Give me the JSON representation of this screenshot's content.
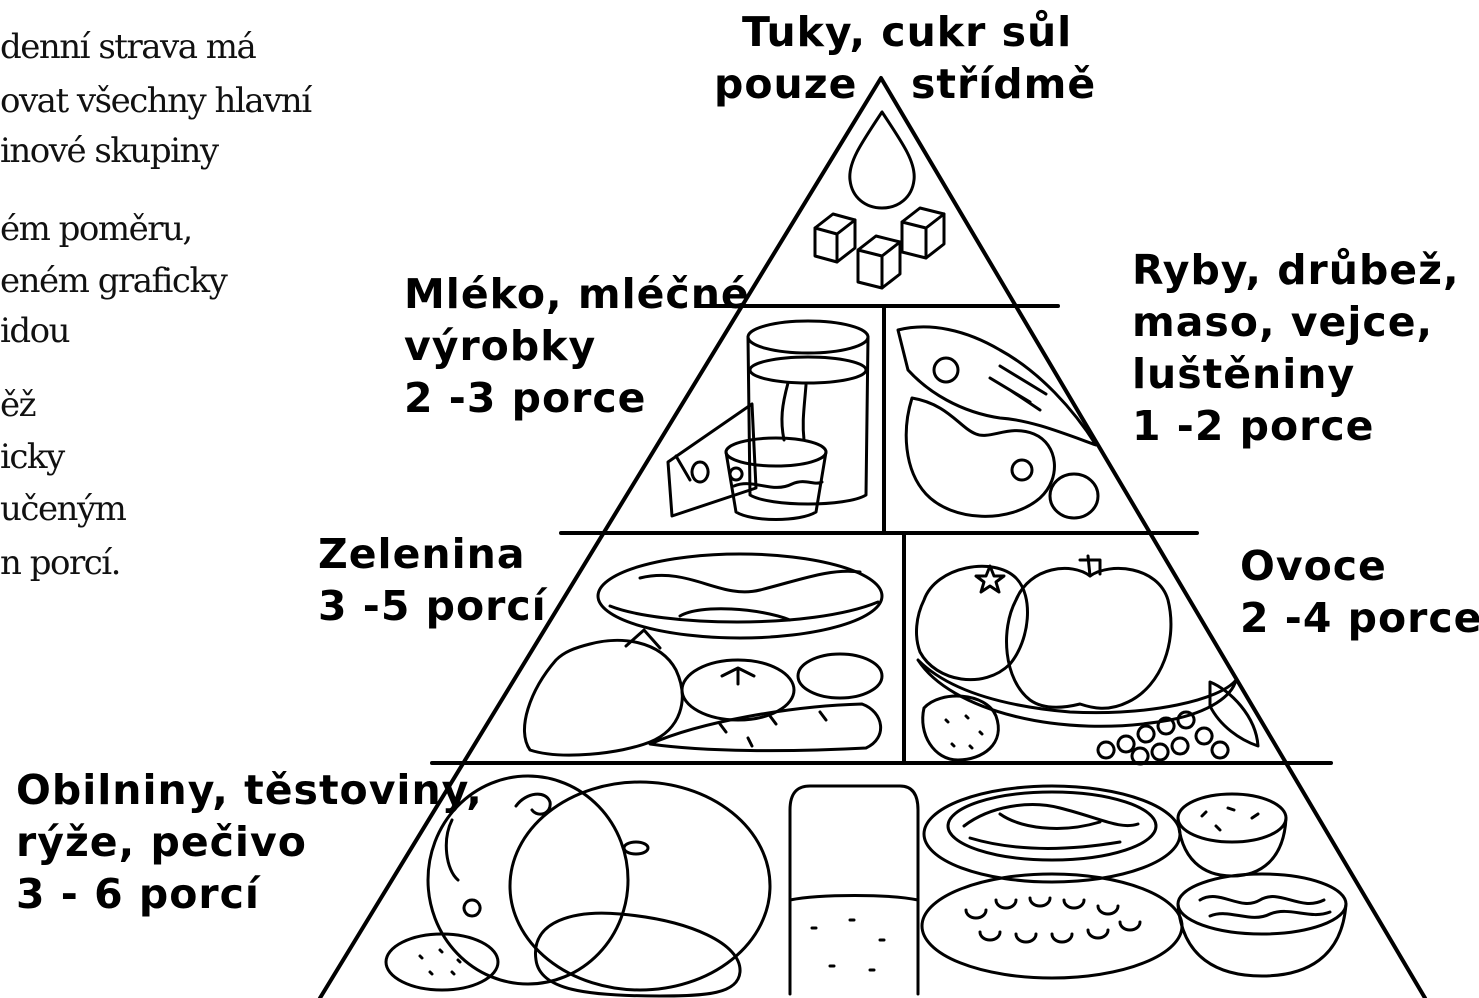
{
  "intro": {
    "lines": [
      "denní strava má",
      "ovat všechny hlavní",
      "inové skupiny",
      "ém poměru,",
      "eném graficky",
      "idou",
      "ěž",
      "icky",
      "učeným",
      "n porcí."
    ]
  },
  "pyramid": {
    "top": {
      "line1": "Tuky, cukr sůl",
      "line2_left": "pouze",
      "line2_right": "střídmě"
    },
    "milk": {
      "line1": "Mléko, mléčné",
      "line2": "výrobky",
      "line3": "2 -3 porce"
    },
    "meat": {
      "line1": "Ryby, drůbež,",
      "line2": "maso, vejce,",
      "line3": "luštěniny",
      "line4": "1 -2 porce"
    },
    "vegetables": {
      "line1": "Zelenina",
      "line2": "3 -5 porcí"
    },
    "fruit": {
      "line1": "Ovoce",
      "line2": "2 -4 porce"
    },
    "grains": {
      "line1": "Obilniny, těstoviny,",
      "line2": "rýže, pečivo",
      "line3": "3 - 6 porcí"
    }
  }
}
